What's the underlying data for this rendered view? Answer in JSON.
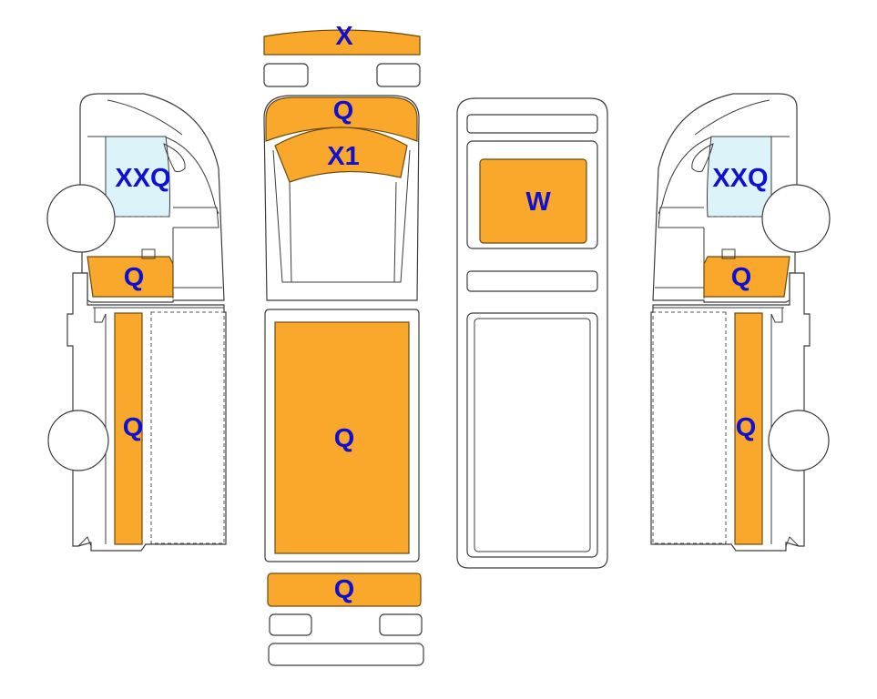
{
  "colors": {
    "panel_fill": "#F9A82B",
    "panel_stroke": "#6B4A10",
    "glass_fill": "#DDF3FA",
    "label_color": "#1010D0",
    "outline": "#3C3C3C"
  },
  "labels": {
    "roof_front": "X",
    "hood": "Q",
    "windshield": "X1",
    "roof_main": "Q",
    "rear_panel": "Q",
    "underside_panel": "W",
    "left_side_window": "XXQ",
    "left_side_door": "Q",
    "left_side_long": "Q",
    "right_side_window": "XXQ",
    "right_side_door": "Q",
    "right_side_long": "Q"
  }
}
